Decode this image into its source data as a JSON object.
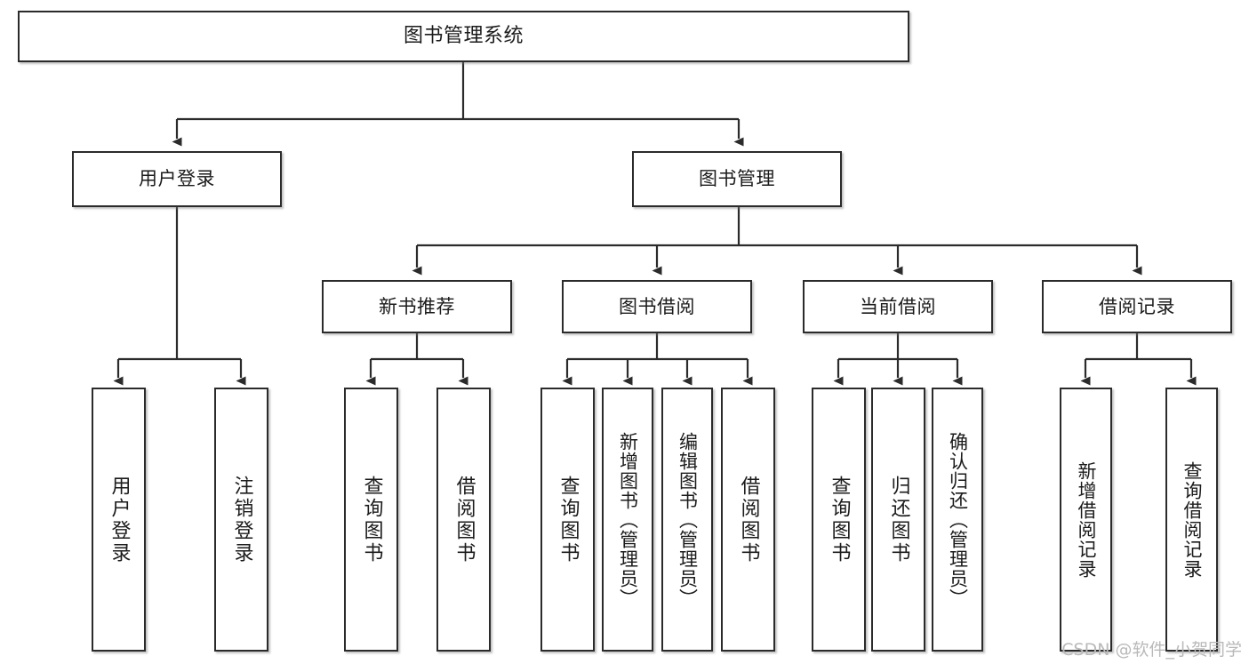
{
  "diagram": {
    "type": "tree-hierarchy-chart",
    "title": "图书管理系统",
    "colors": {
      "box_border": "#2b2b2b",
      "box_fill": "#ffffff",
      "edge": "#2b2b2b",
      "text": "#1b1b1b",
      "watermark": "#b9b9b9",
      "background": "#ffffff"
    },
    "nodes": {
      "root": {
        "label": "图书管理系统"
      },
      "level2": [
        {
          "id": "user-login",
          "label": "用户登录"
        },
        {
          "id": "book-management",
          "label": "图书管理"
        }
      ],
      "level3": [
        {
          "id": "new-book-recommend",
          "label": "新书推荐"
        },
        {
          "id": "book-borrow",
          "label": "图书借阅"
        },
        {
          "id": "current-borrow",
          "label": "当前借阅"
        },
        {
          "id": "borrow-record",
          "label": "借阅记录"
        }
      ],
      "leaves": {
        "user_login": [
          {
            "id": "leaf-user-login",
            "label": "用户登录"
          },
          {
            "id": "leaf-logout-login",
            "label": "注销登录"
          }
        ],
        "new_book_recommend": [
          {
            "id": "leaf-query-book-1",
            "label": "查询图书"
          },
          {
            "id": "leaf-borrow-book-1",
            "label": "借阅图书"
          }
        ],
        "book_borrow": [
          {
            "id": "leaf-query-book-2",
            "label": "查询图书"
          },
          {
            "id": "leaf-add-book",
            "label": "新增图书（管理员）"
          },
          {
            "id": "leaf-edit-book",
            "label": "编辑图书（管理员）"
          },
          {
            "id": "leaf-borrow-book-2",
            "label": "借阅图书"
          }
        ],
        "current_borrow": [
          {
            "id": "leaf-query-book-3",
            "label": "查询图书"
          },
          {
            "id": "leaf-return-book",
            "label": "归还图书"
          },
          {
            "id": "leaf-confirm-return",
            "label": "确认归还（管理员）"
          }
        ],
        "borrow_record": [
          {
            "id": "leaf-add-record",
            "label": "新增借阅记录"
          },
          {
            "id": "leaf-query-record",
            "label": "查询借阅记录"
          }
        ]
      }
    },
    "watermark": "CSDN @软件_小贺同学"
  }
}
